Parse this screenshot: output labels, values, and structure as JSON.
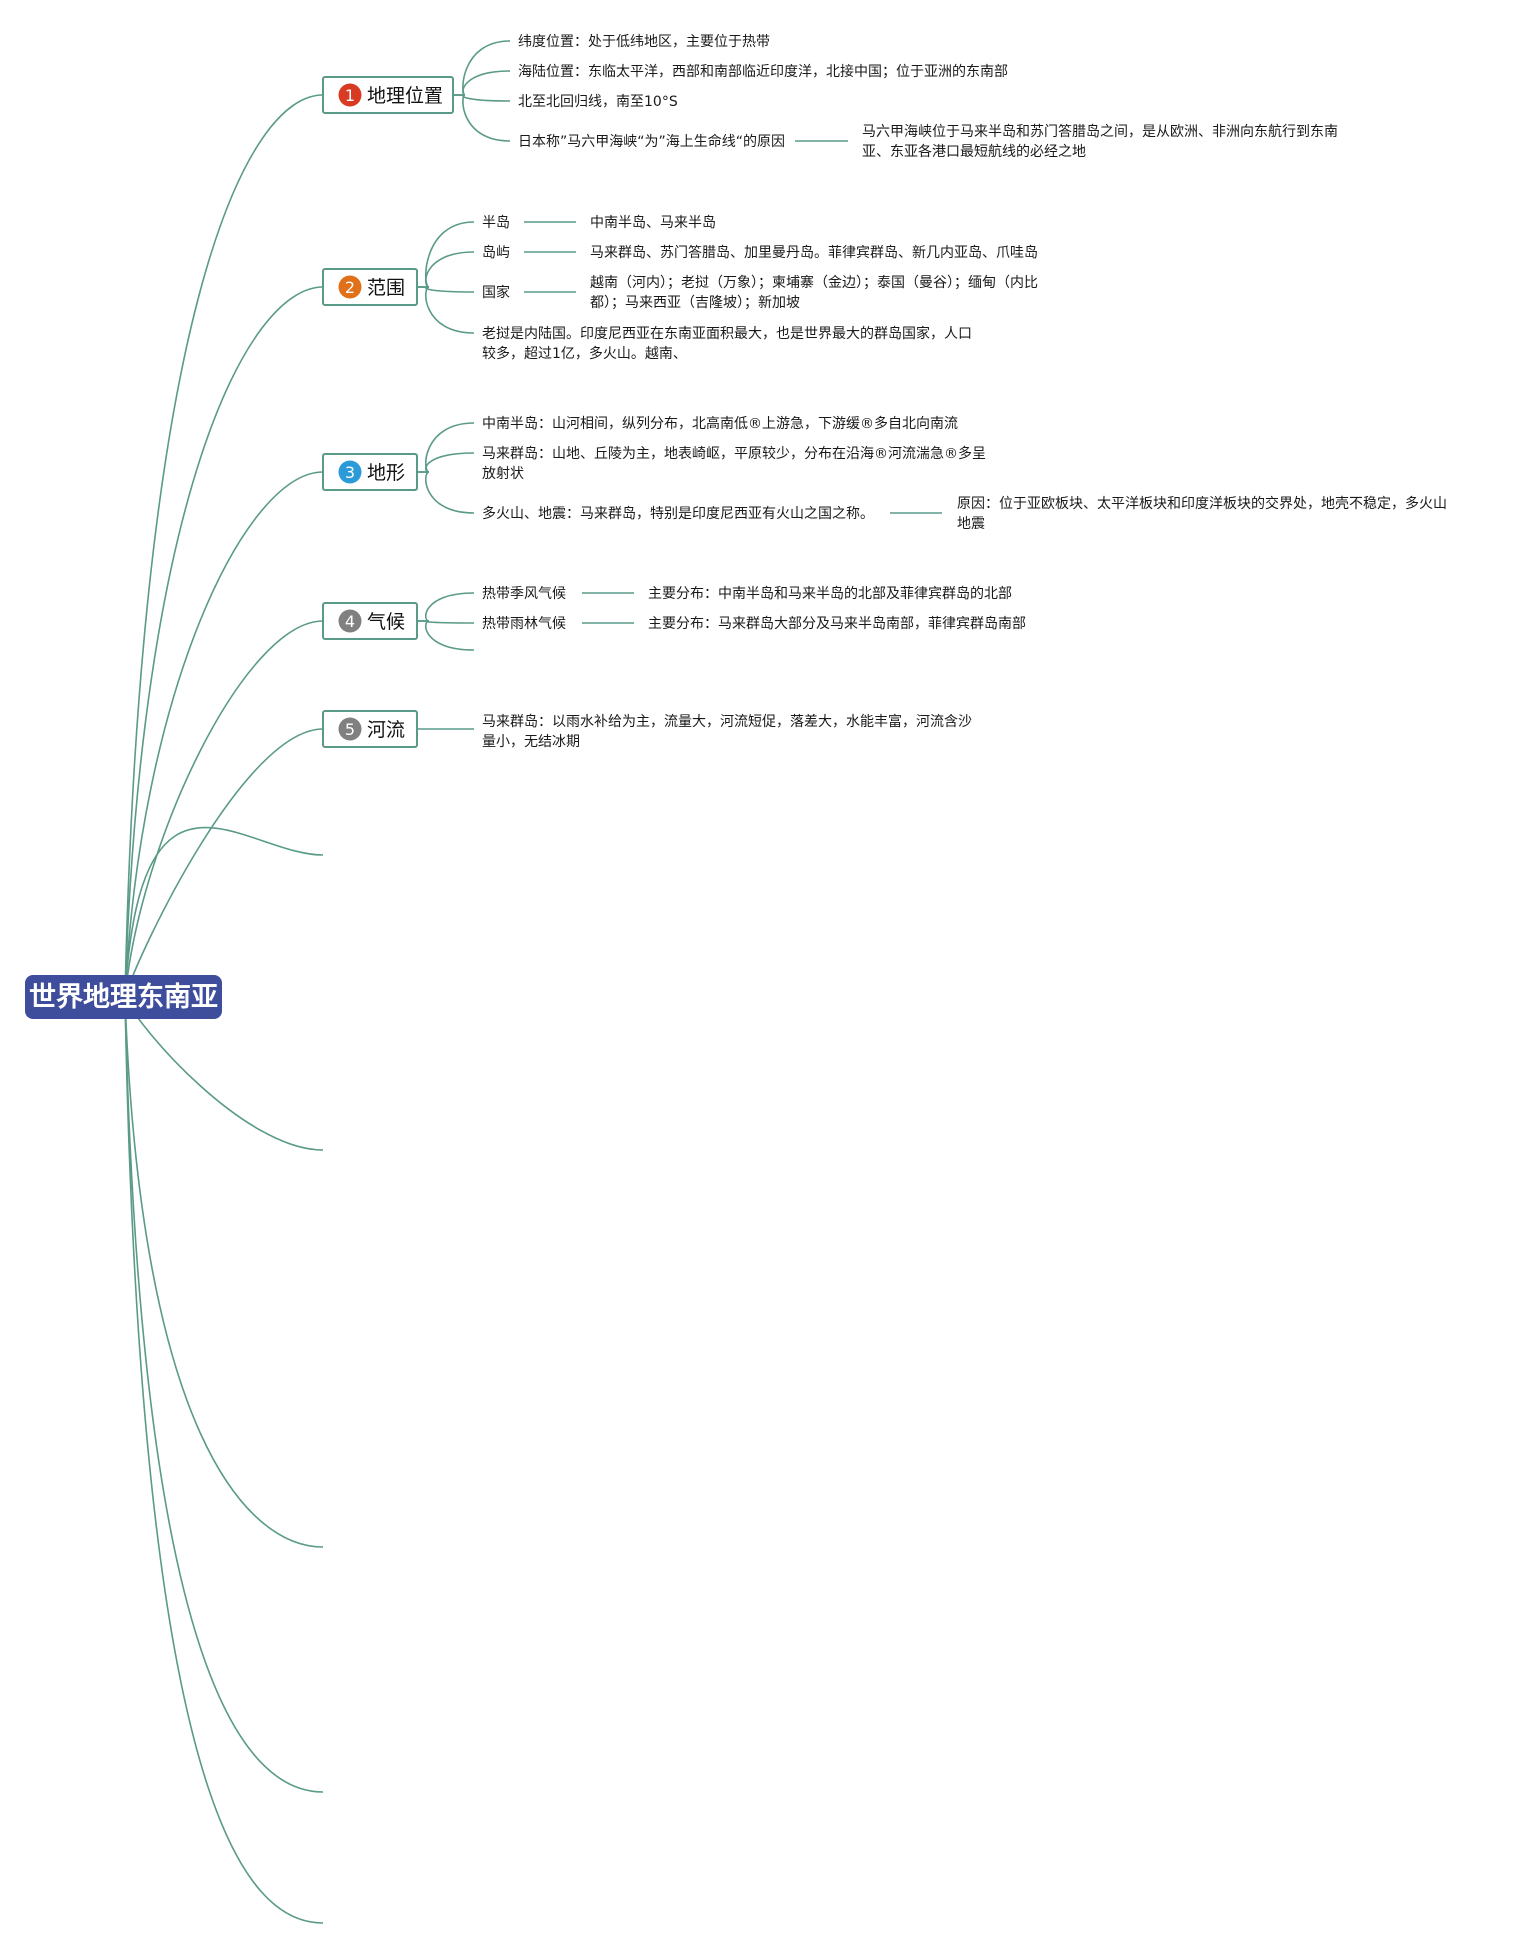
{
  "root": {
    "label": "世界地理东南亚"
  },
  "colors": {
    "line": "#5a9a88",
    "root_fill": "#3f4e9c",
    "topic_border": "#5a9a88",
    "topic_fill": "#ffffff"
  },
  "topics": [
    {
      "number": "1",
      "label": "地理位置",
      "badge_color": "#d83a22",
      "children": [
        {
          "text": "纬度位置：处于低纬地区，主要位于热带"
        },
        {
          "text": "海陆位置：东临太平洋，西部和南部临近印度洋，北接中国；位于亚洲的东南部"
        },
        {
          "text": "北至北回归线，南至10°S"
        },
        {
          "text": "日本称”马六甲海峡“为”海上生命线“的原因",
          "detail": [
            "马六甲海峡位于马来半岛和苏门答腊岛之间，是从欧洲、非洲向东航行到东南",
            "亚、东亚各港口最短航线的必经之地"
          ]
        }
      ]
    },
    {
      "number": "2",
      "label": "范围",
      "badge_color": "#e0701a",
      "children": [
        {
          "text": "半岛",
          "detail": [
            "中南半岛、马来半岛"
          ]
        },
        {
          "text": "岛屿",
          "detail": [
            "马来群岛、苏门答腊岛、加里曼丹岛。菲律宾群岛、新几内亚岛、爪哇岛"
          ]
        },
        {
          "text": "国家",
          "detail": [
            "越南（河内）；老挝（万象）；柬埔寨（金边）；泰国（曼谷）；缅甸（内比",
            "都）；马来西亚（吉隆坡）；新加坡"
          ]
        },
        {
          "text": [
            "老挝是内陆国。印度尼西亚在东南亚面积最大，也是世界最大的群岛国家，人口",
            "较多，超过1亿，多火山。越南、"
          ]
        }
      ]
    },
    {
      "number": "3",
      "label": "地形",
      "badge_color": "#2a9ad8",
      "children": [
        {
          "text": "中南半岛：山河相间，纵列分布，北高南低®上游急，下游缓®多自北向南流"
        },
        {
          "text": [
            "马来群岛：山地、丘陵为主，地表崎岖，平原较少，分布在沿海®河流湍急®多呈",
            "放射状"
          ]
        },
        {
          "text": "多火山、地震：马来群岛，特别是印度尼西亚有火山之国之称。",
          "detail": [
            "原因：位于亚欧板块、太平洋板块和印度洋板块的交界处，地壳不稳定，多火山",
            "地震"
          ]
        }
      ]
    },
    {
      "number": "4",
      "label": "气候",
      "badge_color": "#808080",
      "children": [
        {
          "text": "热带季风气候",
          "detail": [
            "主要分布：中南半岛和马来半岛的北部及菲律宾群岛的北部"
          ]
        },
        {
          "text": "热带雨林气候",
          "detail": [
            "主要分布：马来群岛大部分及马来半岛南部，菲律宾群岛南部"
          ]
        },
        {
          "text": ""
        }
      ]
    },
    {
      "number": "5",
      "label": "河流",
      "badge_color": "#808080",
      "children": [
        {
          "text": [
            "马来群岛：以雨水补给为主，流量大，河流短促，落差大，水能丰富，河流含沙",
            "量小，无结冰期"
          ]
        }
      ]
    }
  ]
}
